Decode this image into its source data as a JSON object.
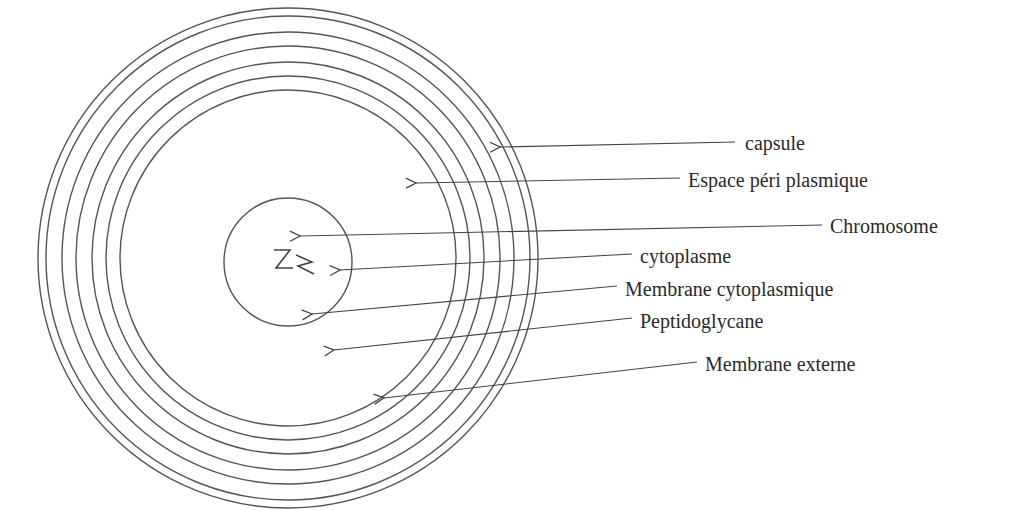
{
  "diagram": {
    "labels": [
      "capsule",
      "Espace péri plasmique",
      "Chromosome",
      "cytoplasme",
      "Membrane cytoplasmique",
      "Peptidoglycane",
      "Membrane externe"
    ]
  }
}
